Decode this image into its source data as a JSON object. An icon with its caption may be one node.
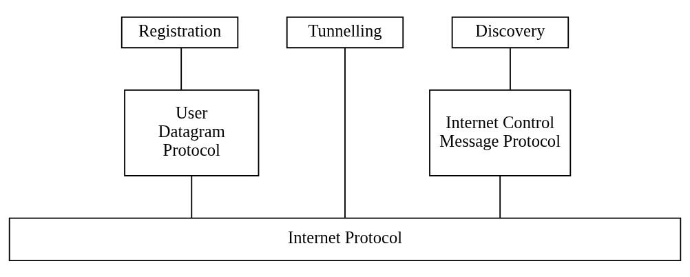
{
  "diagram": {
    "nodes": [
      {
        "text": [
          "Registration"
        ]
      },
      {
        "text": [
          "Discovery"
        ]
      },
      {
        "text": [
          "Tunnelling"
        ]
      },
      {
        "text": [
          "User Datagram Protocol"
        ]
      },
      {
        "text": [
          "Internet Control Message Protocol"
        ]
      },
      {
        "text": [
          "Internet Protocol"
        ]
      }
    ],
    "edges": [
      {
        "from": 0,
        "to": 3,
        "arrow": "none"
      },
      {
        "from": 1,
        "to": 4,
        "arrow": "none"
      },
      {
        "from": 2,
        "to": 5,
        "arrow": "none"
      },
      {
        "from": 3,
        "to": 5,
        "arrow": "none"
      },
      {
        "from": 4,
        "to": 5,
        "arrow": "none"
      }
    ]
  }
}
